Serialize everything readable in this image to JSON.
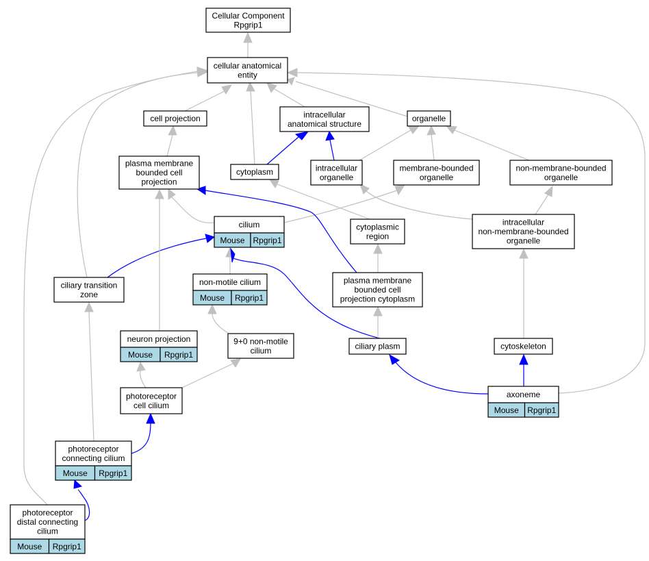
{
  "colors": {
    "is_a": "#c0c0c0",
    "part_of": "#0000ff",
    "annotation_fill": "#add8e6",
    "node_fill": "#ffffff",
    "node_border": "#000000"
  },
  "nodes": [
    {
      "id": "root",
      "lines": [
        "Cellular Component",
        "Rpgrip1"
      ]
    },
    {
      "id": "cellular_anatomical_entity",
      "lines": [
        "cellular anatomical",
        "entity"
      ]
    },
    {
      "id": "cell_projection",
      "lines": [
        "cell projection"
      ]
    },
    {
      "id": "intracellular_anatomical_structure",
      "lines": [
        "intracellular",
        "anatomical structure"
      ]
    },
    {
      "id": "organelle",
      "lines": [
        "organelle"
      ]
    },
    {
      "id": "plasma_membrane_bounded_cell_projection",
      "lines": [
        "plasma membrane",
        "bounded cell",
        "projection"
      ]
    },
    {
      "id": "cytoplasm",
      "lines": [
        "cytoplasm"
      ]
    },
    {
      "id": "intracellular_organelle",
      "lines": [
        "intracellular",
        "organelle"
      ]
    },
    {
      "id": "membrane_bounded_organelle",
      "lines": [
        "membrane-bounded",
        "organelle"
      ]
    },
    {
      "id": "non_membrane_bounded_organelle",
      "lines": [
        "non-membrane-bounded",
        "organelle"
      ]
    },
    {
      "id": "cilium",
      "lines": [
        "cilium"
      ],
      "annotation": [
        "Mouse",
        "Rpgrip1"
      ]
    },
    {
      "id": "cytoplasmic_region",
      "lines": [
        "cytoplasmic",
        "region"
      ]
    },
    {
      "id": "intracellular_non_membrane_bounded_organelle",
      "lines": [
        "intracellular",
        "non-membrane-bounded",
        "organelle"
      ]
    },
    {
      "id": "ciliary_transition_zone",
      "lines": [
        "ciliary transition",
        "zone"
      ]
    },
    {
      "id": "non_motile_cilium",
      "lines": [
        "non-motile cilium"
      ],
      "annotation": [
        "Mouse",
        "Rpgrip1"
      ]
    },
    {
      "id": "pmbcp_cytoplasm",
      "lines": [
        "plasma membrane",
        "bounded cell",
        "projection cytoplasm"
      ]
    },
    {
      "id": "neuron_projection",
      "lines": [
        "neuron projection"
      ],
      "annotation": [
        "Mouse",
        "Rpgrip1"
      ]
    },
    {
      "id": "nine_plus_zero_cilium",
      "lines": [
        "9+0 non-motile",
        "cilium"
      ]
    },
    {
      "id": "ciliary_plasm",
      "lines": [
        "ciliary plasm"
      ]
    },
    {
      "id": "cytoskeleton",
      "lines": [
        "cytoskeleton"
      ]
    },
    {
      "id": "photoreceptor_cell_cilium",
      "lines": [
        "photoreceptor",
        "cell cilium"
      ]
    },
    {
      "id": "axoneme",
      "lines": [
        "axoneme"
      ],
      "annotation": [
        "Mouse",
        "Rpgrip1"
      ]
    },
    {
      "id": "photoreceptor_connecting_cilium",
      "lines": [
        "photoreceptor",
        "connecting cilium"
      ],
      "annotation": [
        "Mouse",
        "Rpgrip1"
      ]
    },
    {
      "id": "photoreceptor_distal_connecting_cilium",
      "lines": [
        "photoreceptor",
        "distal connecting",
        "cilium"
      ],
      "annotation": [
        "Mouse",
        "Rpgrip1"
      ]
    }
  ],
  "edges": [
    {
      "from": "cellular_anatomical_entity",
      "to": "root",
      "type": "is_a"
    },
    {
      "from": "cell_projection",
      "to": "cellular_anatomical_entity",
      "type": "is_a"
    },
    {
      "from": "intracellular_anatomical_structure",
      "to": "cellular_anatomical_entity",
      "type": "is_a"
    },
    {
      "from": "organelle",
      "to": "cellular_anatomical_entity",
      "type": "is_a"
    },
    {
      "from": "cytoplasm",
      "to": "cellular_anatomical_entity",
      "type": "is_a"
    },
    {
      "from": "ciliary_transition_zone",
      "to": "cellular_anatomical_entity",
      "type": "is_a"
    },
    {
      "from": "photoreceptor_distal_connecting_cilium",
      "to": "cellular_anatomical_entity",
      "type": "is_a"
    },
    {
      "from": "axoneme",
      "to": "cellular_anatomical_entity",
      "type": "is_a"
    },
    {
      "from": "plasma_membrane_bounded_cell_projection",
      "to": "cell_projection",
      "type": "is_a"
    },
    {
      "from": "cytoplasm",
      "to": "intracellular_anatomical_structure",
      "type": "part_of"
    },
    {
      "from": "intracellular_organelle",
      "to": "intracellular_anatomical_structure",
      "type": "part_of"
    },
    {
      "from": "intracellular_organelle",
      "to": "organelle",
      "type": "is_a"
    },
    {
      "from": "membrane_bounded_organelle",
      "to": "organelle",
      "type": "is_a"
    },
    {
      "from": "non_membrane_bounded_organelle",
      "to": "organelle",
      "type": "is_a"
    },
    {
      "from": "cilium",
      "to": "plasma_membrane_bounded_cell_projection",
      "type": "is_a"
    },
    {
      "from": "cilium",
      "to": "membrane_bounded_organelle",
      "type": "is_a"
    },
    {
      "from": "cytoplasmic_region",
      "to": "cytoplasm",
      "type": "is_a"
    },
    {
      "from": "intracellular_non_membrane_bounded_organelle",
      "to": "intracellular_organelle",
      "type": "is_a"
    },
    {
      "from": "intracellular_non_membrane_bounded_organelle",
      "to": "non_membrane_bounded_organelle",
      "type": "is_a"
    },
    {
      "from": "pmbcp_cytoplasm",
      "to": "plasma_membrane_bounded_cell_projection",
      "type": "part_of"
    },
    {
      "from": "pmbcp_cytoplasm",
      "to": "cytoplasmic_region",
      "type": "is_a"
    },
    {
      "from": "ciliary_transition_zone",
      "to": "cilium",
      "type": "part_of"
    },
    {
      "from": "non_motile_cilium",
      "to": "cilium",
      "type": "is_a"
    },
    {
      "from": "ciliary_plasm",
      "to": "cilium",
      "type": "part_of"
    },
    {
      "from": "ciliary_plasm",
      "to": "pmbcp_cytoplasm",
      "type": "is_a"
    },
    {
      "from": "neuron_projection",
      "to": "plasma_membrane_bounded_cell_projection",
      "type": "is_a"
    },
    {
      "from": "nine_plus_zero_cilium",
      "to": "non_motile_cilium",
      "type": "is_a"
    },
    {
      "from": "cytoskeleton",
      "to": "intracellular_non_membrane_bounded_organelle",
      "type": "is_a"
    },
    {
      "from": "photoreceptor_cell_cilium",
      "to": "neuron_projection",
      "type": "is_a"
    },
    {
      "from": "photoreceptor_cell_cilium",
      "to": "nine_plus_zero_cilium",
      "type": "is_a"
    },
    {
      "from": "axoneme",
      "to": "ciliary_plasm",
      "type": "part_of"
    },
    {
      "from": "axoneme",
      "to": "cytoskeleton",
      "type": "part_of"
    },
    {
      "from": "photoreceptor_connecting_cilium",
      "to": "ciliary_transition_zone",
      "type": "is_a"
    },
    {
      "from": "photoreceptor_connecting_cilium",
      "to": "photoreceptor_cell_cilium",
      "type": "part_of"
    },
    {
      "from": "photoreceptor_distal_connecting_cilium",
      "to": "photoreceptor_connecting_cilium",
      "type": "part_of"
    }
  ]
}
